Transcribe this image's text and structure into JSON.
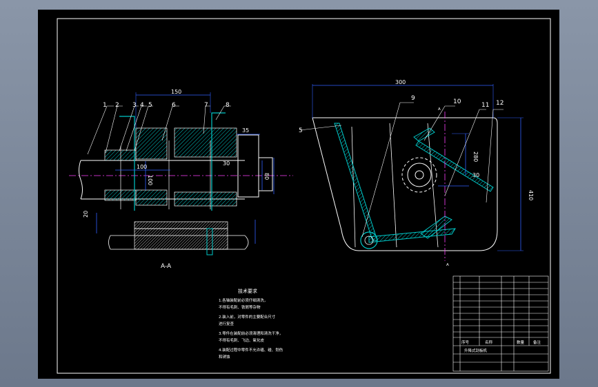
{
  "drawing": {
    "part_labels": [
      "1",
      "2",
      "3",
      "4",
      "5",
      "6",
      "7",
      "8",
      "9",
      "10",
      "11",
      "12"
    ],
    "label_5_right": "5",
    "section_label": "A-A",
    "section_marks": [
      "A",
      "A"
    ],
    "dims_left": {
      "d150": "150",
      "d35": "35",
      "d100": "100",
      "d100v": "100",
      "d30": "30",
      "d80": "80",
      "d20": "20"
    },
    "dims_right": {
      "d300": "300",
      "d410": "410",
      "d280": "280",
      "d30": "30"
    },
    "notes_title": "技术要求",
    "notes": [
      "1.各轴装配前必须仔细清洗，",
      "  不得有毛刺、铁屑等杂物",
      "2.装入前，对零件的主要配合尺寸",
      "  进行复查",
      "3.零件在装配前必须清理和清洗干净，",
      "  不得有毛刺、飞边、氧化皮",
      "4.装配过程中零件不允许磕、碰、划伤",
      "  和锈蚀"
    ],
    "title_block": {
      "name": "升降式刮板机",
      "hdr_no": "序号",
      "hdr_name": "名称",
      "hdr_qty": "数量",
      "hdr_remark": "备注"
    }
  },
  "colors": {
    "sheet": "#000000",
    "line_white": "#ffffff",
    "dim_blue": "#3060ff",
    "hatch_cyan": "#00c8c8",
    "center_magenta": "#ff40ff"
  }
}
